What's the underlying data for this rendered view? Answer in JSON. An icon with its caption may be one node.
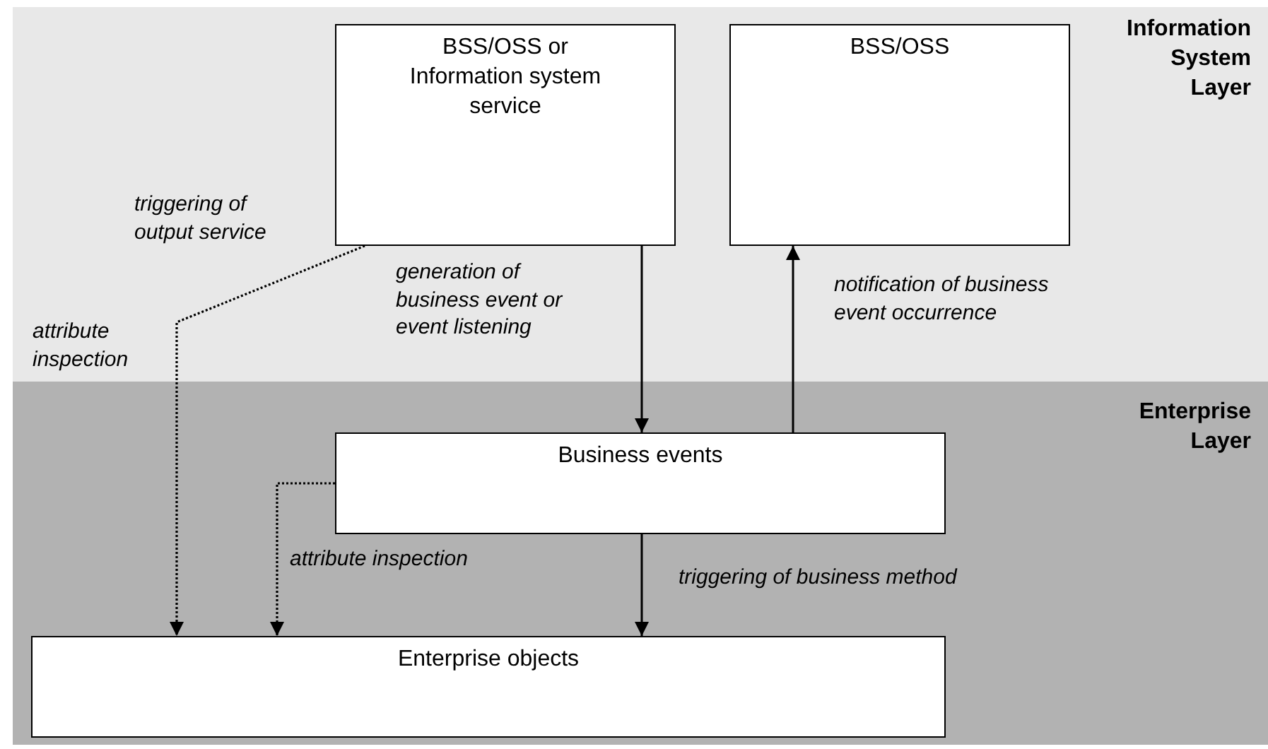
{
  "diagram": {
    "nodes": [
      {
        "text": [
          "Information System Layer"
        ]
      },
      {
        "text": [
          "BSS/OSS or Information system service"
        ],
        "in": 0
      },
      {
        "text": [
          "BSS/OSS"
        ],
        "in": 0
      },
      {
        "text": [
          "Enterprise Layer"
        ]
      },
      {
        "text": [
          "Business events"
        ],
        "in": 3
      },
      {
        "text": [
          "Enterprise objects"
        ],
        "in": 3
      }
    ],
    "edges": [
      {
        "from": 1,
        "to": 4,
        "arrow": "to",
        "label": "generation of business event or event listening"
      },
      {
        "from": 4,
        "to": 2,
        "arrow": "to",
        "label": "notification of business event occurrence"
      },
      {
        "from": 4,
        "to": 5,
        "arrow": "to",
        "label": "triggering of business method"
      },
      {
        "from": 1,
        "to": 5,
        "arrow": "to",
        "style": "dashed",
        "label": "triggering of output service"
      },
      {
        "from": 4,
        "to": 5,
        "arrow": "to",
        "style": "dashed",
        "label": "attribute inspection"
      }
    ],
    "labels": [
      "attribute inspection"
    ]
  }
}
